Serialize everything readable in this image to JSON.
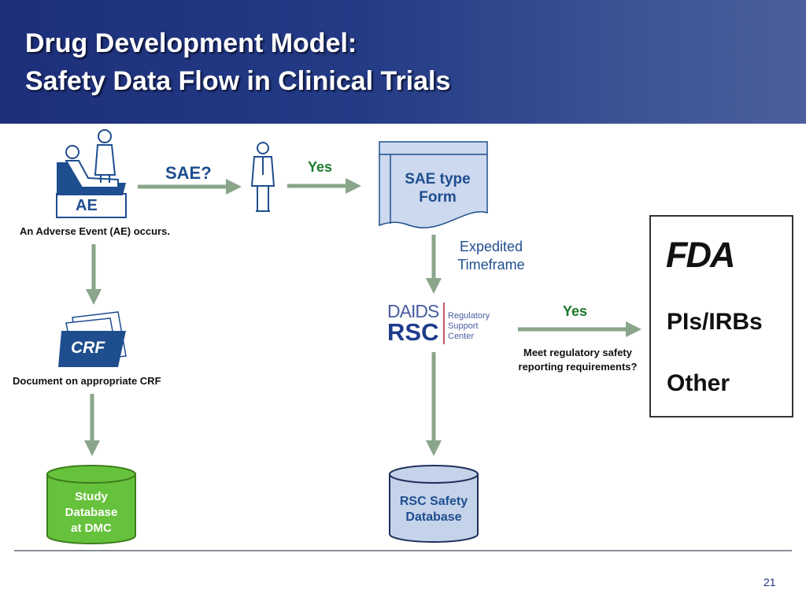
{
  "slide": {
    "title_line1": "Drug Development Model:",
    "title_line2": "Safety Data Flow in Clinical Trials",
    "page_number": "21"
  },
  "nodes": {
    "ae_badge": "AE",
    "ae_caption": "An Adverse Event (AE) occurs.",
    "sae_question": "SAE?",
    "yes_top": "Yes",
    "sae_form_line1": "SAE type",
    "sae_form_line2": "Form",
    "expedited_line1": "Expedited",
    "expedited_line2": "Timeframe",
    "crf_badge": "CRF",
    "crf_caption": "Document on appropriate CRF",
    "daids_logo": {
      "top": "DAIDS",
      "bottom": "RSC",
      "line1": "Regulatory",
      "line2": "Support",
      "line3": "Center"
    },
    "yes_right": "Yes",
    "meet_line1": "Meet regulatory safety",
    "meet_line2": "reporting requirements?",
    "study_db_line1": "Study",
    "study_db_line2": "Database",
    "study_db_line3": "at DMC",
    "rsc_db_line1": "RSC Safety",
    "rsc_db_line2": "Database"
  },
  "recipients": {
    "fda_logo": "FDA",
    "pis_irbs": "PIs/IRBs",
    "other": "Other"
  },
  "colors": {
    "header_bg": "#243b86",
    "arrow": "#8aa58a",
    "label_blue": "#1f4e8f",
    "label_green": "#1c7a2c",
    "study_db_fill": "#66c23c",
    "rsc_db_fill": "#c5d3ea"
  },
  "icons": [
    "patient-bed-icon",
    "doctor-icon",
    "form-document-icon",
    "crf-folder-icon",
    "database-cylinder-icon"
  ]
}
